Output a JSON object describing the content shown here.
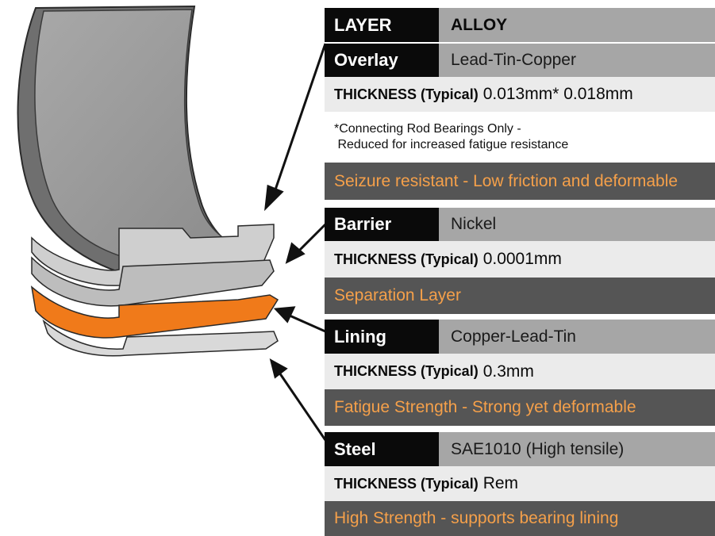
{
  "table": {
    "header": {
      "layer": "LAYER",
      "alloy": "ALLOY"
    },
    "layers": [
      {
        "name": "Overlay",
        "alloy": "Lead-Tin-Copper",
        "thickness_label": "THICKNESS (Typical)",
        "thickness_value": "0.013mm* 0.018mm",
        "note_line1": "*Connecting Rod Bearings Only -",
        "note_line2": " Reduced for increased fatigue resistance",
        "description": "Seizure resistant - Low friction and deformable"
      },
      {
        "name": "Barrier",
        "alloy": "Nickel",
        "thickness_label": "THICKNESS (Typical)",
        "thickness_value": "0.0001mm",
        "description": "Separation Layer"
      },
      {
        "name": "Lining",
        "alloy": "Copper-Lead-Tin",
        "thickness_label": "THICKNESS (Typical)",
        "thickness_value": "0.3mm",
        "description": "Fatigue Strength - Strong yet deformable"
      },
      {
        "name": "Steel",
        "alloy": "SAE1010 (High tensile)",
        "thickness_label": "THICKNESS (Typical)",
        "thickness_value": "Rem",
        "description": "High Strength - supports bearing lining"
      }
    ]
  },
  "colors": {
    "label_bg": "#0a0a0a",
    "value_bg": "#a6a6a6",
    "thickness_bg": "#ebebeb",
    "desc_bg": "#555555",
    "desc_text": "#f5a04a",
    "bearing_overlay": "#8c8c8c",
    "bearing_lining": "#f07a1a",
    "bearing_steel": "#d9d9d9"
  }
}
